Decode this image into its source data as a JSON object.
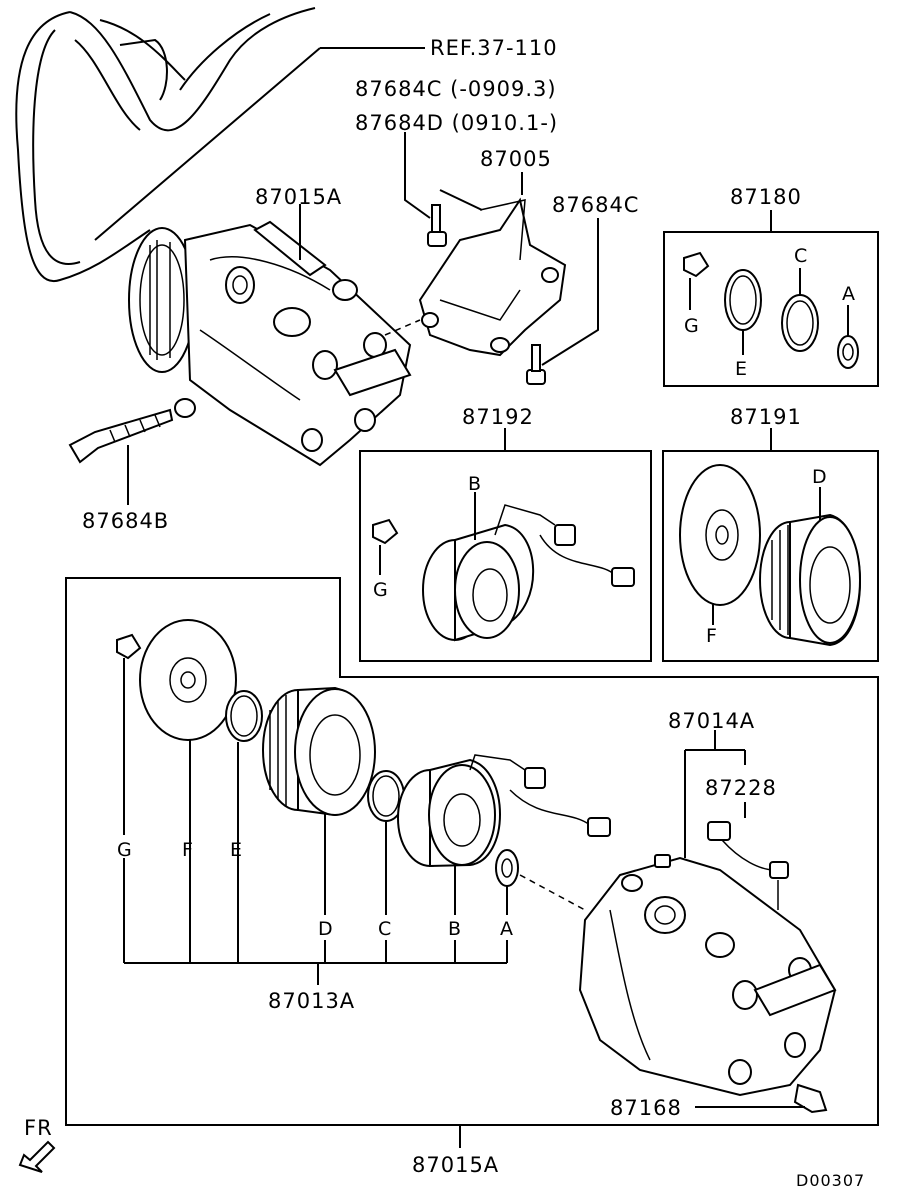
{
  "labels": {
    "ref": "REF.37-110",
    "p87684c_old": "87684C (-0909.3)",
    "p87684d_new": "87684D (0910.1-)",
    "p87005": "87005",
    "p87015a_top": "87015A",
    "p87684c_bolt": "87684C",
    "p87180": "87180",
    "p87684b": "87684B",
    "p87192": "87192",
    "p87191": "87191",
    "p87014a": "87014A",
    "p87228": "87228",
    "p87013a": "87013A",
    "p87168": "87168",
    "p87015a_bottom": "87015A",
    "fr": "FR",
    "diagram_code": "D00307"
  },
  "letters": {
    "a": "A",
    "b": "B",
    "c": "C",
    "d": "D",
    "e": "E",
    "f": "F",
    "g": "G"
  }
}
